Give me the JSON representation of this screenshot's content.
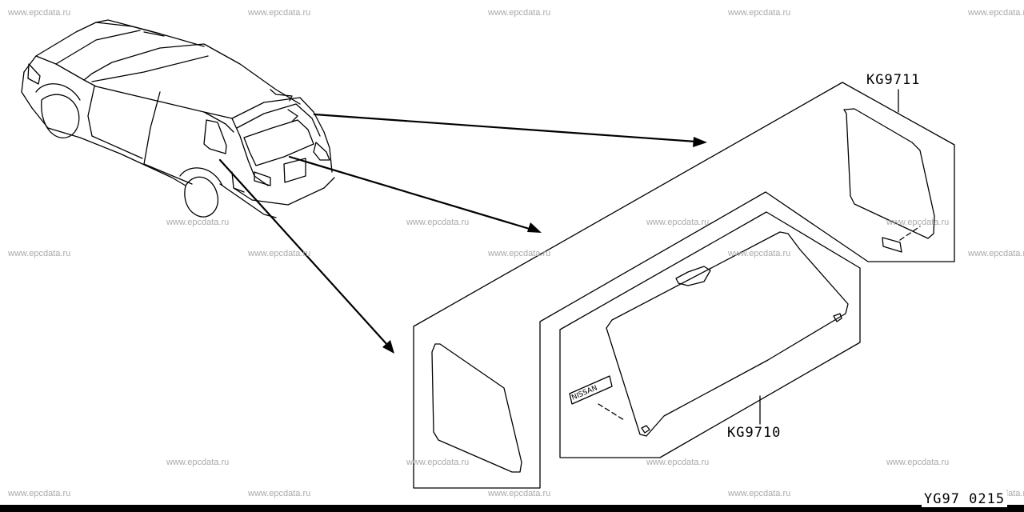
{
  "watermark": "www.epcdata.ru",
  "parts": {
    "quarter_window": "KG9711",
    "back_door_window": "KG9710"
  },
  "emblem_text": "NISSAN",
  "reference_code": "YG97 0215"
}
